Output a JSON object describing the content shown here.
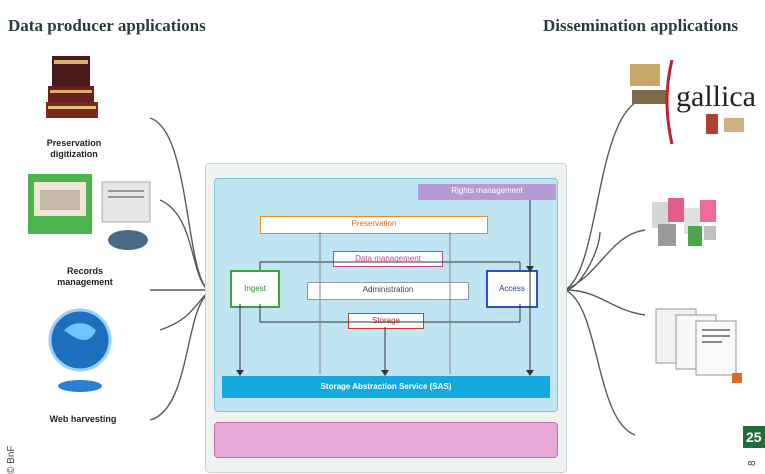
{
  "headings": {
    "left": "Data producer applications",
    "right": "Dissemination applications"
  },
  "sources": [
    {
      "label": "Preservation digitization",
      "icon": "books-icon"
    },
    {
      "label": "Records management",
      "icon": "records-folder-icon"
    },
    {
      "label": "Web harvesting",
      "icon": "globe-icon"
    }
  ],
  "dissemination": [
    {
      "label": "gallica",
      "icon": "gallica-logo-icon"
    },
    {
      "label": "",
      "icon": "catalog-cards-icon"
    },
    {
      "label": "",
      "icon": "documents-icon"
    }
  ],
  "system": {
    "top_tab": "Rights management",
    "preservation": "Preservation",
    "data_management": "Data management",
    "administration": "Administration",
    "ingest": "Ingest",
    "access": "Access",
    "storage": "Storage",
    "storage_abstraction": "Storage Abstraction Service (SAS)"
  },
  "colors": {
    "inner_bg": "#bfe4f2",
    "storage_bar": "#14a9de",
    "preservation_border": "#f08a24",
    "data_management_border": "#c04a8b",
    "ingest_border": "#3aa63a",
    "access_border": "#3050b8",
    "storage_border": "#d9352a",
    "pink_band": "#e7a9d5",
    "purple_tab": "#b69ad4",
    "badge": "#1f6e3a"
  },
  "side": {
    "credit": "© BnF",
    "page_num": "25",
    "page_cut": "8"
  }
}
